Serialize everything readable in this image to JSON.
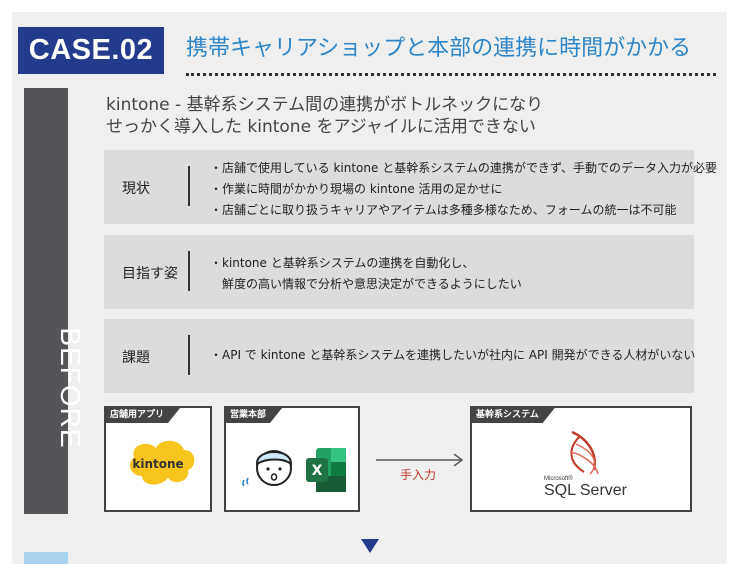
{
  "case": {
    "badge": "CASE.02",
    "title": "携帯キャリアショップと本部の連携に時間がかかる"
  },
  "side_label": "BEFORE",
  "lead": {
    "line1": "kintone - 基幹系システム間の連携がボトルネックになり",
    "line2": "せっかく導入した kintone をアジャイルに活用できない"
  },
  "rows": [
    {
      "label": "現状",
      "bullets": [
        "・店舗で使用している kintone と基幹系システムの連携ができず、手動でのデータ入力が必要",
        "・作業に時間がかかり現場の kintone 活用の足かせに",
        "・店舗ごとに取り扱うキャリアやアイテムは多種多様なため、フォームの統一は不可能"
      ]
    },
    {
      "label": "目指す姿",
      "bullets": [
        "・kintone と基幹系システムの連携を自動化し、",
        "　鮮度の高い情報で分析や意思決定ができるようにしたい"
      ]
    },
    {
      "label": "課題",
      "bullets": [
        "・API で kintone と基幹系システムを連携したいが社内に API 開発ができる人材がいない"
      ]
    }
  ],
  "diagram": {
    "store_app": {
      "tag": "店舗用アプリ",
      "logo": "kintone"
    },
    "hq": {
      "tag": "営業本部",
      "app_letter": "X"
    },
    "arrow_label": "手入力",
    "core": {
      "tag": "基幹系システム",
      "vendor": "Microsoft®",
      "product": "SQL Server"
    }
  },
  "colors": {
    "badge_bg": "#243a8c",
    "title": "#2e86c8",
    "kintone_yellow": "#f7c51e",
    "excel_green": "#1f7244",
    "sql_red": "#c0392b",
    "down_arrow": "#243a8c"
  },
  "icons": [
    "kintone-logo",
    "worried-person-icon",
    "excel-icon",
    "arrow-right-icon",
    "sql-server-logo",
    "down-triangle-icon"
  ]
}
